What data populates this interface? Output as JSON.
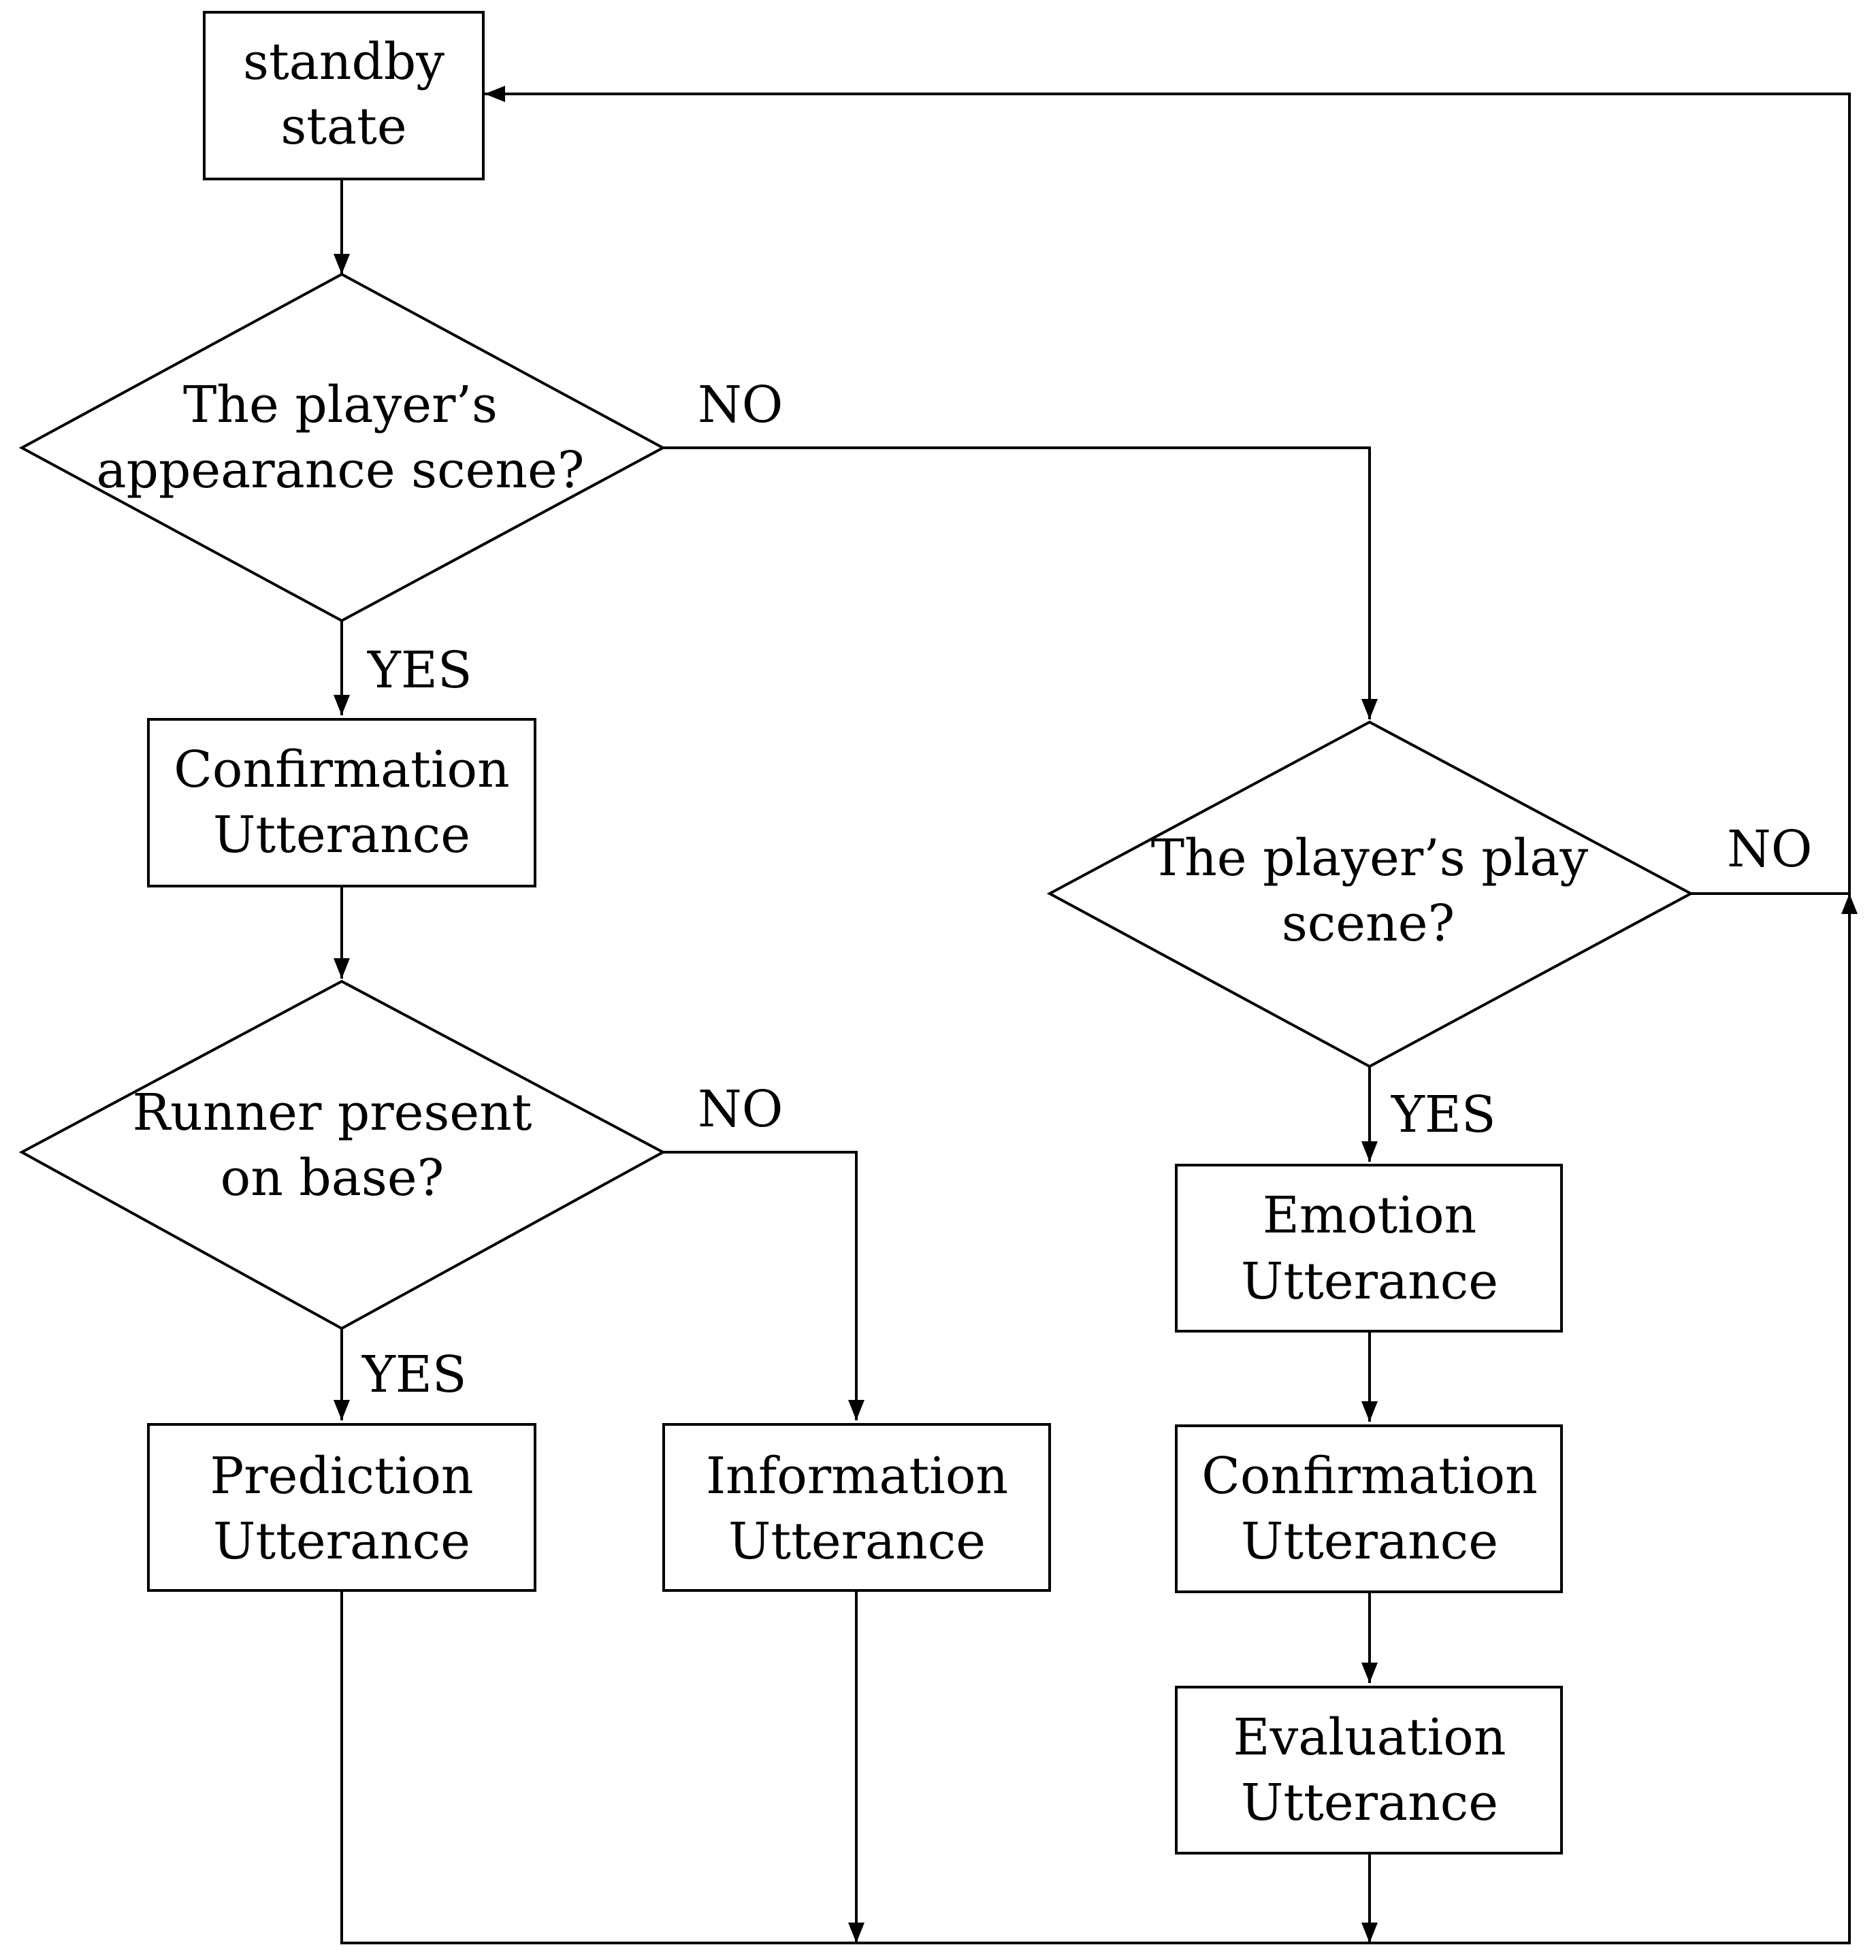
{
  "colors": {
    "line": "#000000",
    "background": "#ffffff",
    "text": "#000000"
  },
  "nodes": {
    "standby": [
      "standby",
      "state"
    ],
    "appearance_decision": [
      "The player’s",
      "appearance scene?"
    ],
    "confirmation_left": [
      "Confirmation",
      "Utterance"
    ],
    "runner_decision": [
      "Runner present",
      "on base?"
    ],
    "prediction": [
      "Prediction",
      "Utterance"
    ],
    "information": [
      "Information",
      "Utterance"
    ],
    "play_decision": [
      "The player’s play",
      "scene?"
    ],
    "emotion": [
      "Emotion",
      "Utterance"
    ],
    "confirmation_right": [
      "Confirmation",
      "Utterance"
    ],
    "evaluation": [
      "Evaluation",
      "Utterance"
    ]
  },
  "edge_labels": {
    "appearance_no": "NO",
    "appearance_yes": "YES",
    "runner_no": "NO",
    "runner_yes": "YES",
    "play_no": "NO",
    "play_yes": "YES"
  }
}
